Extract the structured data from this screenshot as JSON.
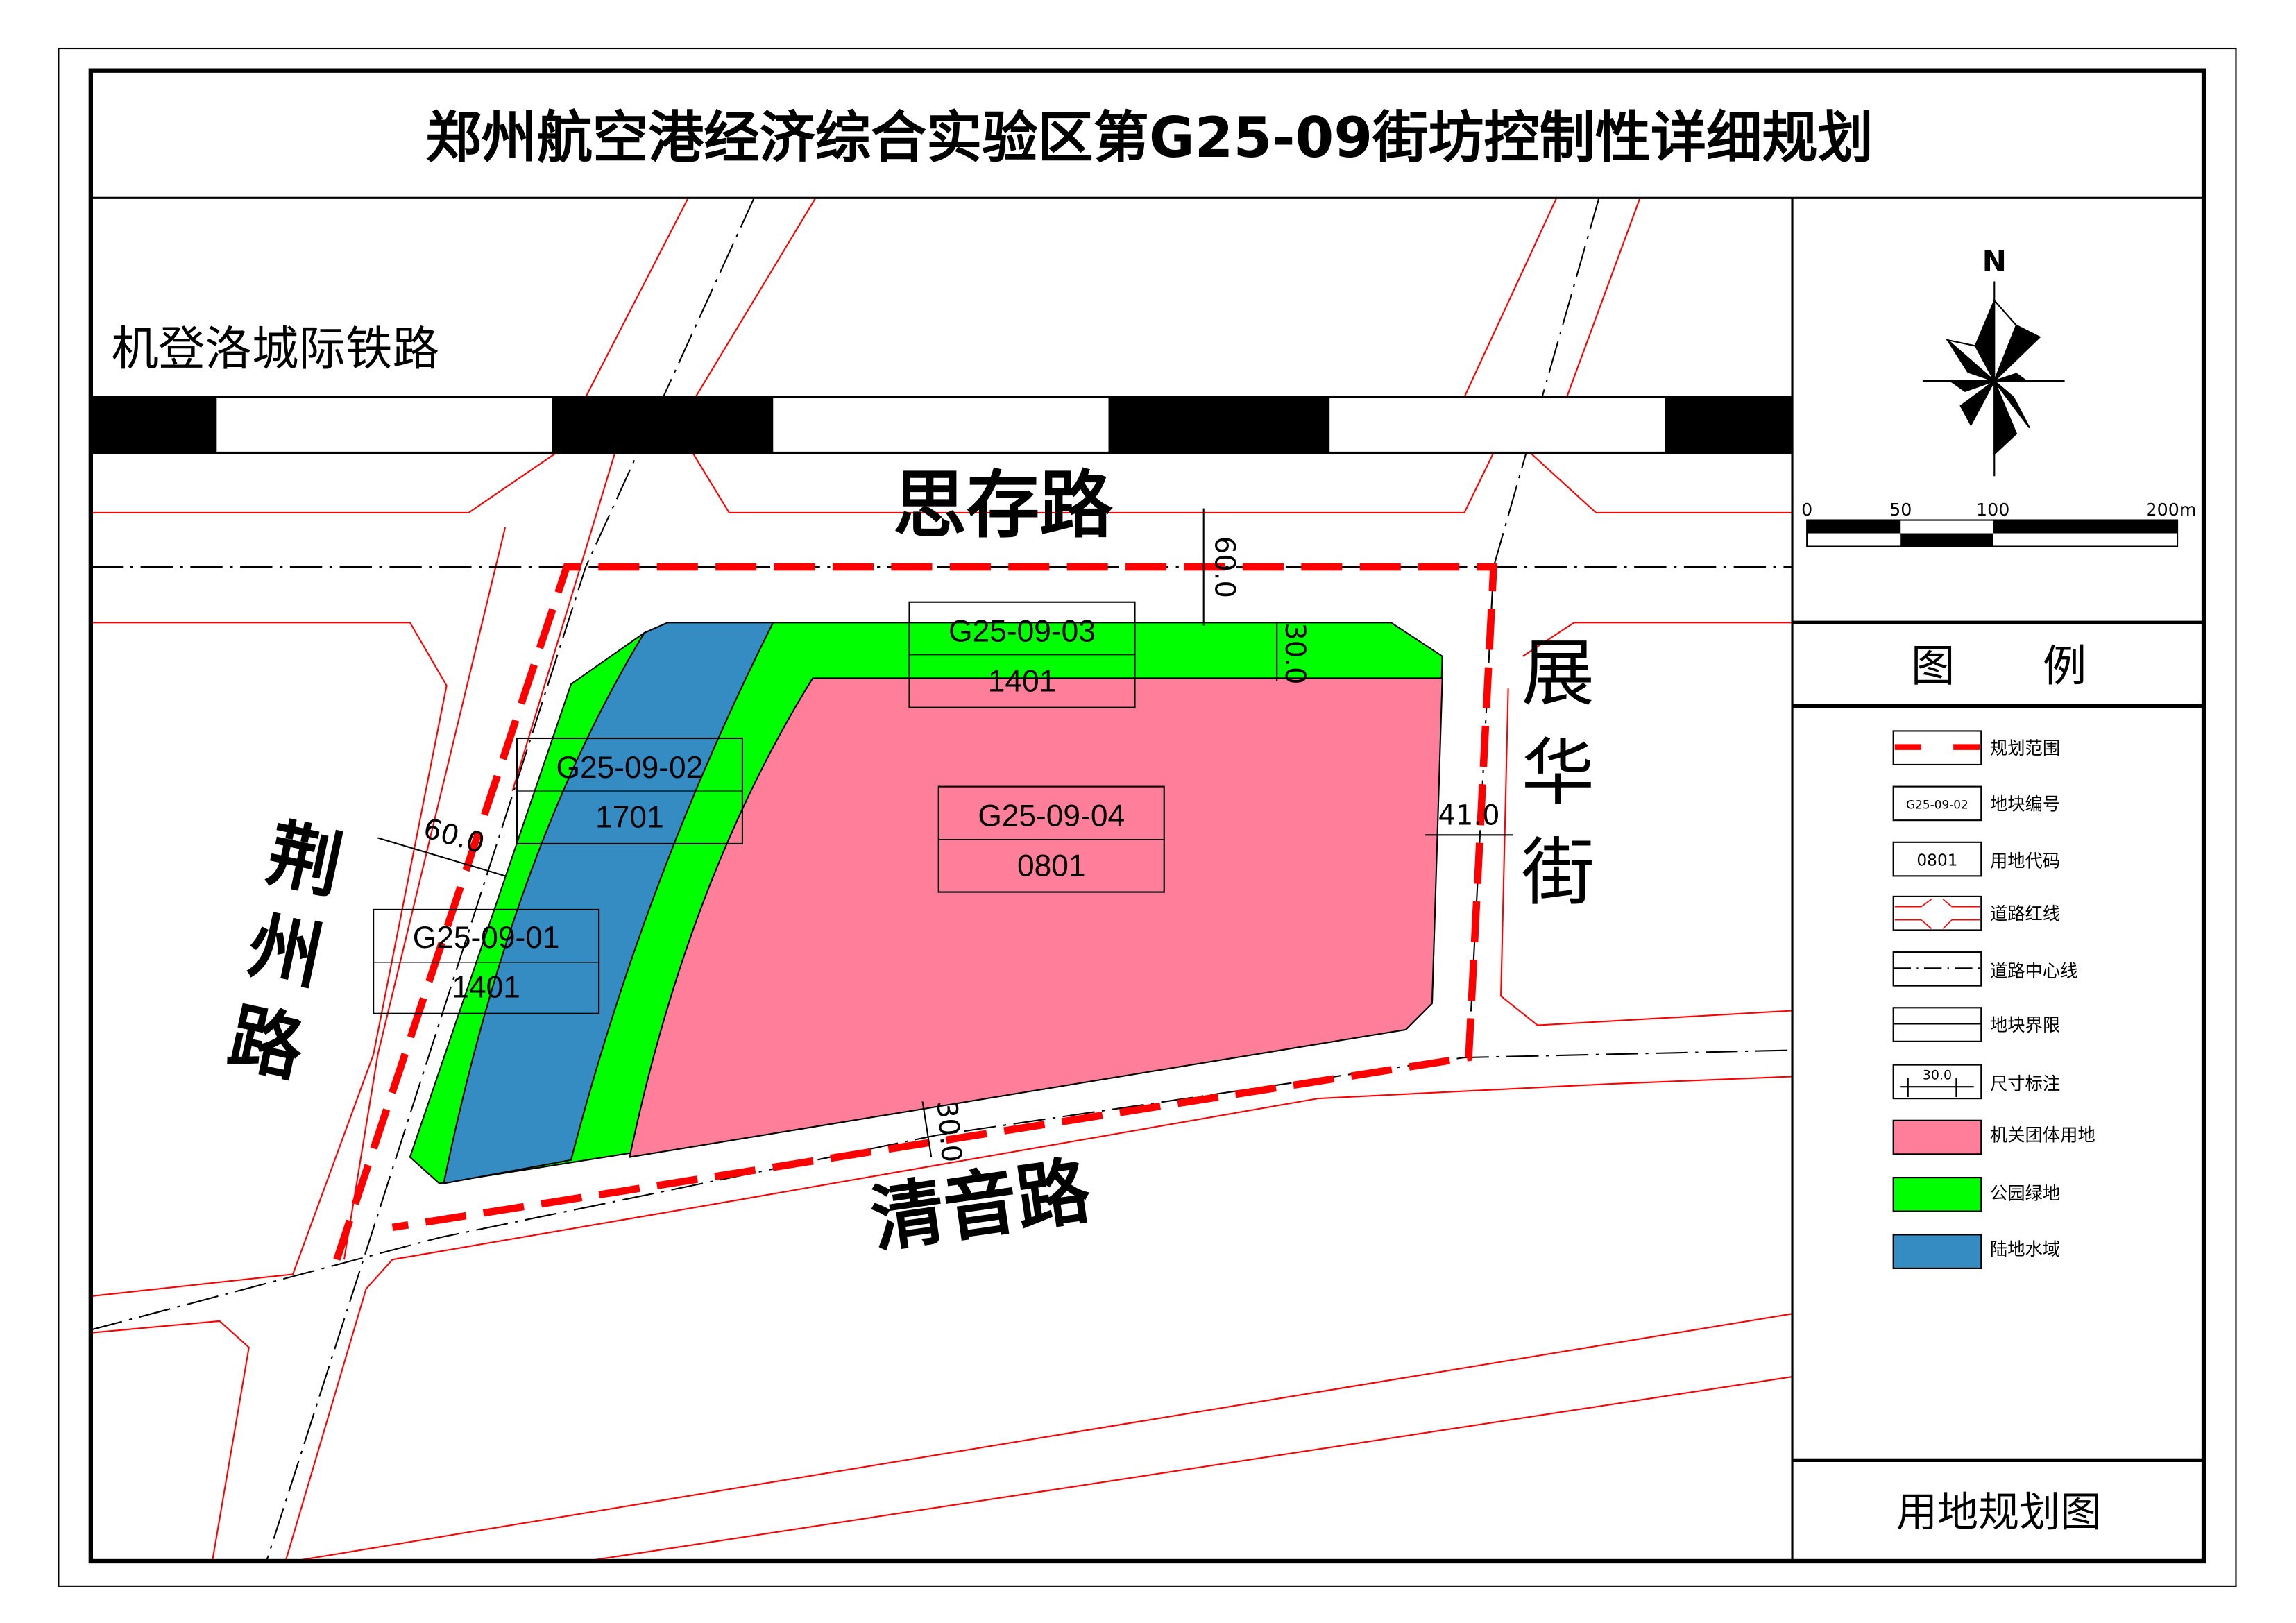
{
  "title": "郑州航空港经济综合实验区第G25-09街坊控制性详细规划",
  "drawing_name": "用地规划图",
  "roads": {
    "railway": "机登洛城际铁路",
    "north": "思存路",
    "east": "展华街",
    "west": "荆州路",
    "south": "清音路"
  },
  "parcels": [
    {
      "id": "G25-09-01",
      "code": "1401"
    },
    {
      "id": "G25-09-02",
      "code": "1701"
    },
    {
      "id": "G25-09-03",
      "code": "1401"
    },
    {
      "id": "G25-09-04",
      "code": "0801"
    }
  ],
  "dimensions": {
    "north_road": "60.0",
    "north_setback": "30.0",
    "east_road": "41.0",
    "west_road": "60.0",
    "south_road": "30.0"
  },
  "compass": {
    "north_label": "N"
  },
  "scale_bar": {
    "ticks": [
      "0",
      "50",
      "100",
      "200m"
    ]
  },
  "legend": {
    "title": "图　　例",
    "items": [
      {
        "label": "规划范围",
        "sample": ""
      },
      {
        "label": "地块编号",
        "sample": "G25-09-02"
      },
      {
        "label": "用地代码",
        "sample": "0801"
      },
      {
        "label": "道路红线",
        "sample": ""
      },
      {
        "label": "道路中心线",
        "sample": ""
      },
      {
        "label": "地块界限",
        "sample": ""
      },
      {
        "label": "尺寸标注",
        "sample": "30.0"
      },
      {
        "label": "机关团体用地",
        "sample": ""
      },
      {
        "label": "公园绿地",
        "sample": ""
      },
      {
        "label": "陆地水域",
        "sample": ""
      }
    ]
  },
  "colors": {
    "institutional": "#FF7F9A",
    "park": "#00FF00",
    "water": "#348CC2",
    "boundary": "#FF0000",
    "road_red": "#FF0000"
  }
}
